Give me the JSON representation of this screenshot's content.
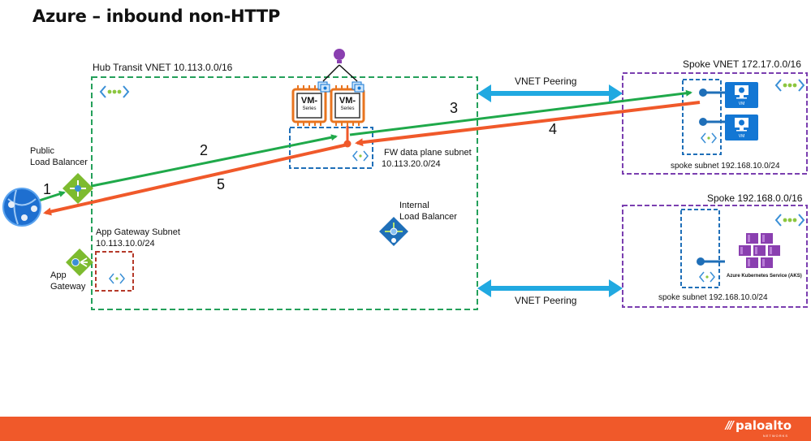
{
  "title": "Azure – inbound non-HTTP",
  "hub": {
    "label": "Hub Transit VNET 10.113.0.0/16",
    "fw_subnet_label": "FW data plane subnet",
    "fw_subnet_cidr": "10.113.20.0/24",
    "appgw_subnet_label": "App Gateway Subnet",
    "appgw_subnet_cidr": "10.113.10.0/24",
    "internal_lb_line1": "Internal",
    "internal_lb_line2": "Load Balancer",
    "vm_series_text": "VM-",
    "vm_series_sub": "Series"
  },
  "public_lb": {
    "line1": "Public",
    "line2": "Load Balancer"
  },
  "app_gateway": {
    "line1": "App",
    "line2": "Gateway"
  },
  "peering": {
    "top": "VNET Peering",
    "bottom": "VNET Peering"
  },
  "spoke1": {
    "label": "Spoke VNET 172.17.0.0/16",
    "subnet": "spoke subnet 192.168.10.0/24",
    "vm1": "VM",
    "vm2": "VM"
  },
  "spoke2": {
    "label": "Spoke 192.168.0.0/16",
    "subnet": "spoke subnet 192.168.10.0/24",
    "aks": "Azure Kubernetes Service (AKS)"
  },
  "flow_steps": [
    "1",
    "2",
    "3",
    "4",
    "5"
  ],
  "footer": {
    "brand": "paloalto",
    "sub": "NETWORKS"
  },
  "colors": {
    "green": "#1fa94a",
    "orange": "#f0592a",
    "hub_border": "#24a05a",
    "spoke_border": "#7b3fb0",
    "peering": "#21a9e1",
    "subnet_blue": "#1f6fb8",
    "appgw_red": "#b53a2a"
  }
}
